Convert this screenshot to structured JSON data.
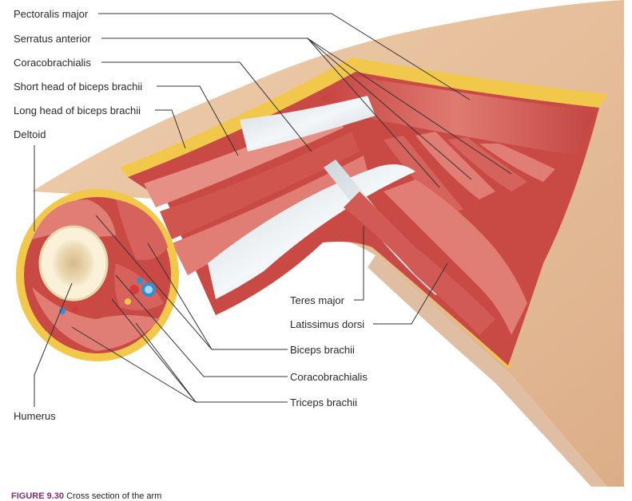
{
  "labels": {
    "pectoralis_major": "Pectoralis major",
    "serratus_anterior": "Serratus anterior",
    "coracobrachialis_top": "Coracobrachialis",
    "short_head_biceps": "Short head of biceps brachii",
    "long_head_biceps": "Long head of biceps brachii",
    "deltoid": "Deltoid",
    "humerus": "Humerus",
    "teres_major": "Teres major",
    "latissimus_dorsi": "Latissimus dorsi",
    "biceps_brachii": "Biceps brachii",
    "coracobrachialis_bottom": "Coracobrachialis",
    "triceps_brachii": "Triceps brachii"
  },
  "caption": {
    "figure": "FIGURE 9.30",
    "text": "Cross section of the arm"
  },
  "colors": {
    "skin": "#e8c3a0",
    "skin_shadow": "#d9ab84",
    "fat": "#f2c84b",
    "muscle": "#c94a45",
    "muscle_light": "#e58f85",
    "tendon": "#e9eef2",
    "bone": "#f3e6c4",
    "label_line": "#333333"
  }
}
